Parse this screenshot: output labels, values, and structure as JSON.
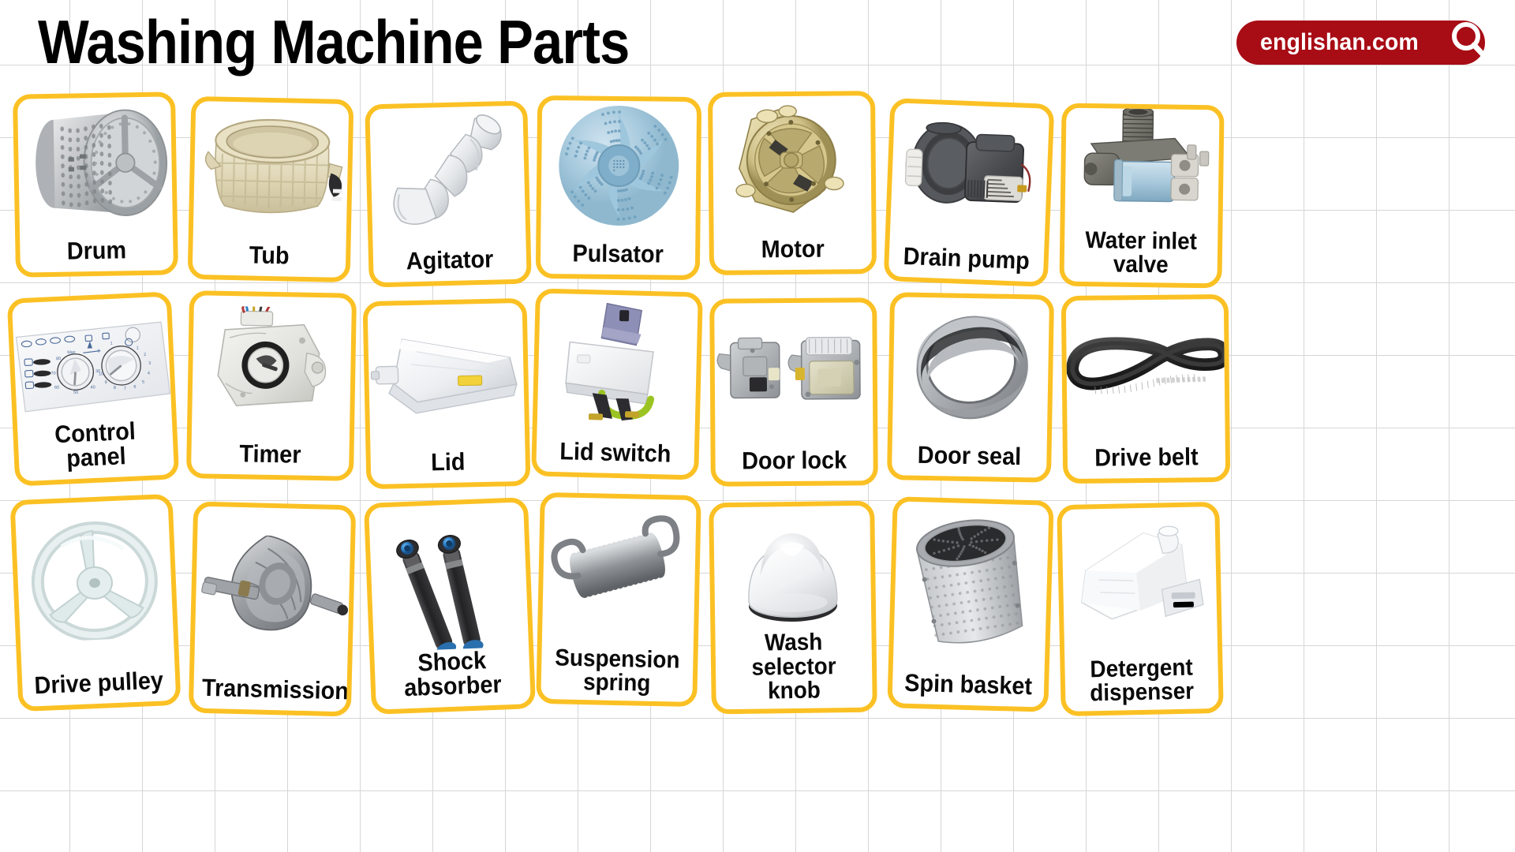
{
  "header": {
    "title": "Washing Machine Parts",
    "brand": "englishan.com",
    "brand_icon": "search-icon",
    "brand_color": "#A80C15"
  },
  "theme": {
    "card_border": "#FBC124",
    "card_background": "#FFFFFF",
    "grid_line": "#D6D6D6",
    "page_background": "#FFFFFF",
    "label_color": "#0A0A0A"
  },
  "cards": [
    {
      "label": "Drum",
      "image": "washing-machine-drum",
      "lines": 1,
      "row": 1,
      "col": 1
    },
    {
      "label": "Tub",
      "image": "washing-machine-tub",
      "lines": 1,
      "row": 1,
      "col": 2
    },
    {
      "label": "Agitator",
      "image": "agitator",
      "lines": 1,
      "row": 1,
      "col": 3
    },
    {
      "label": "Pulsator",
      "image": "pulsator",
      "lines": 1,
      "row": 1,
      "col": 4
    },
    {
      "label": "Motor",
      "image": "electric-motor",
      "lines": 1,
      "row": 1,
      "col": 5
    },
    {
      "label": "Drain pump",
      "image": "drain-pump",
      "lines": 1,
      "row": 1,
      "col": 6
    },
    {
      "label": "Water inlet valve",
      "image": "water-inlet-valve",
      "lines": 2,
      "row": 1,
      "col": 7
    },
    {
      "label": "Control panel",
      "image": "control-panel",
      "lines": 1,
      "row": 2,
      "col": 1
    },
    {
      "label": "Timer",
      "image": "timer",
      "lines": 1,
      "row": 2,
      "col": 2
    },
    {
      "label": "Lid",
      "image": "lid",
      "lines": 1,
      "row": 2,
      "col": 3
    },
    {
      "label": "Lid switch",
      "image": "lid-switch",
      "lines": 1,
      "row": 2,
      "col": 4
    },
    {
      "label": "Door lock",
      "image": "door-lock",
      "lines": 1,
      "row": 2,
      "col": 5
    },
    {
      "label": "Door seal",
      "image": "door-seal",
      "lines": 1,
      "row": 2,
      "col": 6
    },
    {
      "label": "Drive belt",
      "image": "drive-belt",
      "lines": 1,
      "row": 2,
      "col": 7
    },
    {
      "label": "Drive pulley",
      "image": "drive-pulley",
      "lines": 1,
      "row": 3,
      "col": 1
    },
    {
      "label": "Transmission",
      "image": "transmission",
      "lines": 1,
      "row": 3,
      "col": 2
    },
    {
      "label": "Shock absorber",
      "image": "shock-absorber",
      "lines": 1,
      "row": 3,
      "col": 3
    },
    {
      "label": "Suspension spring",
      "image": "suspension-spring",
      "lines": 2,
      "row": 3,
      "col": 4
    },
    {
      "label": "Wash selector knob",
      "image": "wash-selector-knob",
      "lines": 2,
      "row": 3,
      "col": 5
    },
    {
      "label": "Spin basket",
      "image": "spin-basket",
      "lines": 1,
      "row": 3,
      "col": 6
    },
    {
      "label": "Detergent dispenser",
      "image": "detergent-dispenser",
      "lines": 2,
      "row": 3,
      "col": 7
    }
  ]
}
